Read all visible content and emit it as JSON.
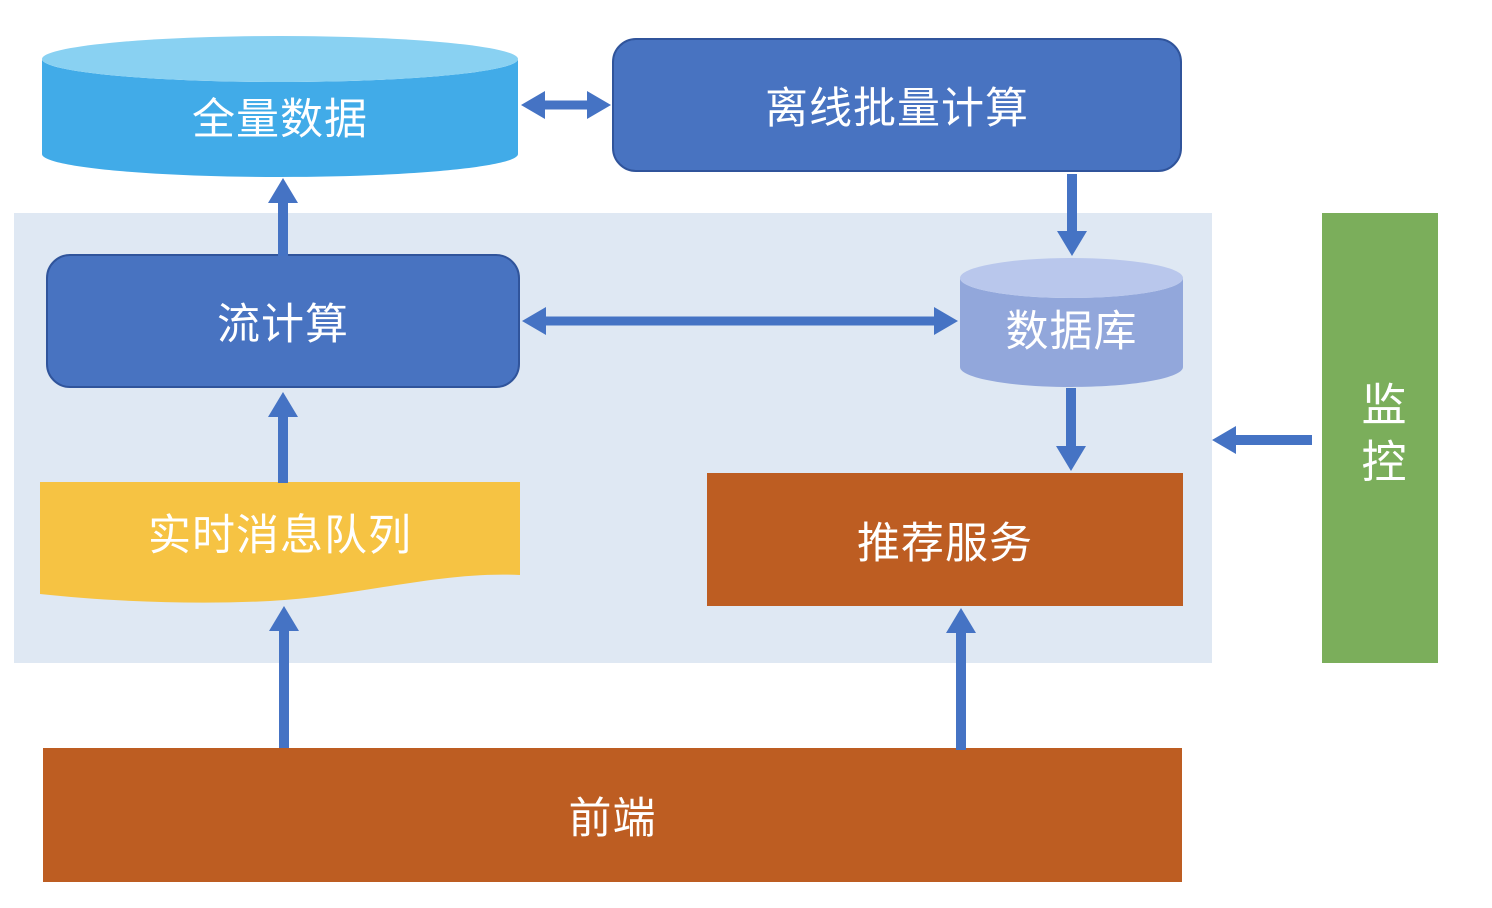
{
  "diagram": {
    "nodes": {
      "full_data": {
        "label": "全量数据",
        "type": "cylinder",
        "color": "#41abe8"
      },
      "offline_batch": {
        "label": "离线批量计算",
        "type": "rounded-rect",
        "color": "#4873c1"
      },
      "stream_compute": {
        "label": "流计算",
        "type": "rounded-rect",
        "color": "#4873c1"
      },
      "database": {
        "label": "数据库",
        "type": "cylinder",
        "color": "#92a7db"
      },
      "realtime_queue": {
        "label": "实时消息队列",
        "type": "wave",
        "color": "#f6c343"
      },
      "recommend_service": {
        "label": "推荐服务",
        "type": "rect",
        "color": "#bd5d22"
      },
      "frontend": {
        "label": "前端",
        "type": "rect",
        "color": "#bd5d22"
      },
      "monitor": {
        "label": "监控",
        "type": "rect",
        "color": "#7bae5b"
      }
    },
    "regions": [
      {
        "name": "online-platform-region",
        "color": "#dfe8f3"
      }
    ],
    "edges": [
      {
        "from": "stream_compute",
        "to": "full_data",
        "bidirectional": false
      },
      {
        "from": "full_data",
        "to": "offline_batch",
        "bidirectional": true
      },
      {
        "from": "offline_batch",
        "to": "database",
        "bidirectional": false
      },
      {
        "from": "stream_compute",
        "to": "database",
        "bidirectional": true
      },
      {
        "from": "realtime_queue",
        "to": "stream_compute",
        "bidirectional": false
      },
      {
        "from": "database",
        "to": "recommend_service",
        "bidirectional": false
      },
      {
        "from": "frontend",
        "to": "realtime_queue",
        "bidirectional": false
      },
      {
        "from": "frontend",
        "to": "recommend_service",
        "bidirectional": false
      },
      {
        "from": "monitor",
        "to": "online-platform-region",
        "bidirectional": false
      }
    ],
    "colors": {
      "arrow": "#4573c4",
      "canvas_background": "#ffffff",
      "region_background": "#dfe8f3",
      "rounded_box_border": "#30549b",
      "cylinder_top_light_blue": "#89d1f2",
      "cylinder_top_light_purple": "#b9c7ec",
      "text": "#ffffff"
    }
  }
}
